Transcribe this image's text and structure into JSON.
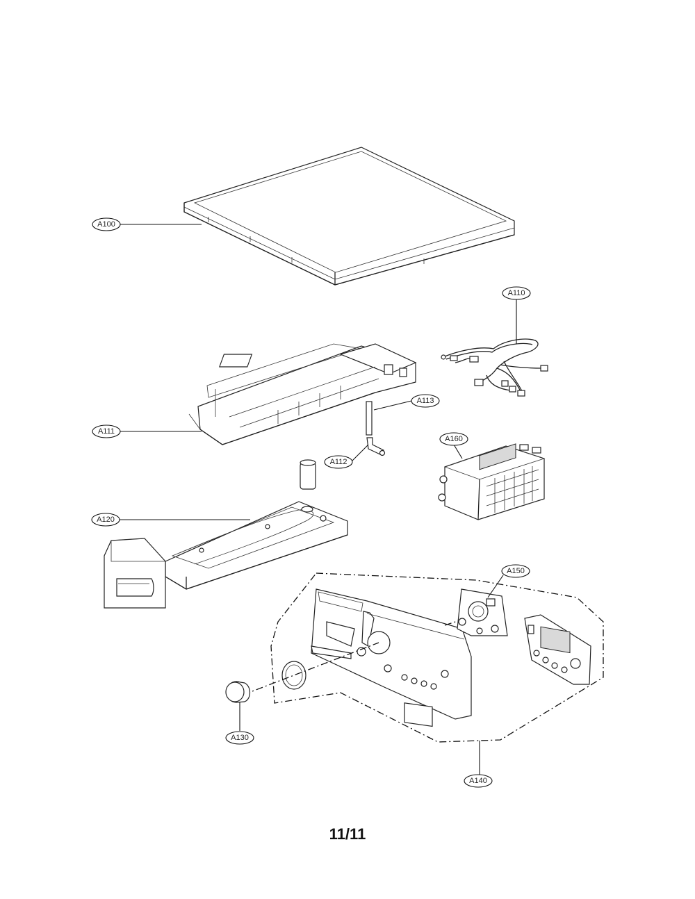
{
  "callouts": {
    "a100": "A100",
    "a110": "A110",
    "a111": "A111",
    "a112": "A112",
    "a113": "A113",
    "a120": "A120",
    "a130": "A130",
    "a140": "A140",
    "a150": "A150",
    "a160": "A160"
  },
  "page_number": "11/11"
}
